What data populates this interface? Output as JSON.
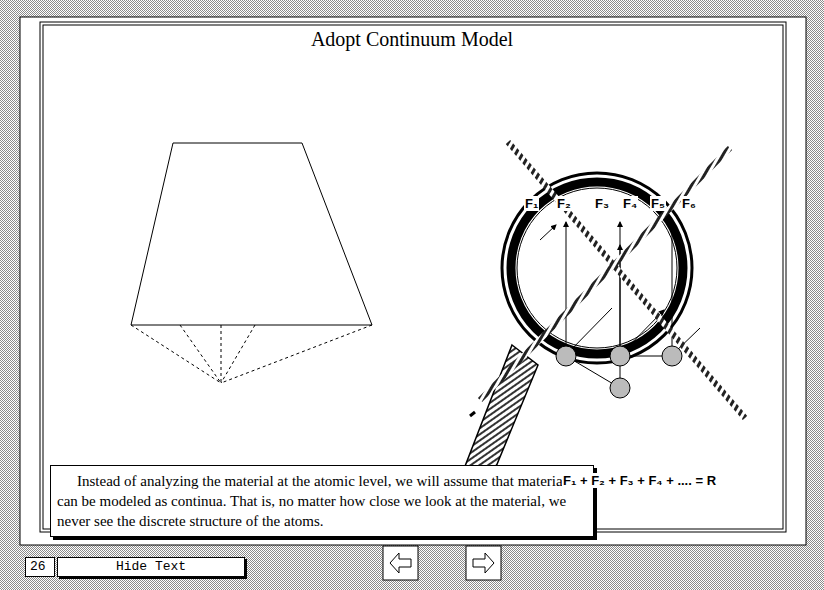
{
  "diagram": {
    "title": "Adopt Continuum Model",
    "nodes": [
      {
        "text": [
          "Instead of analyzing the material at the atomic level, we will assume that materials can be modeled as continua.  That is, no matter how close we look at the material, we never see the discrete structure of the atoms."
        ]
      },
      {
        "text": [
          "26"
        ]
      },
      {
        "text": [
          "Hide Text"
        ]
      }
    ],
    "labels": [
      "F₁",
      "F₂",
      "F₃",
      "F₄",
      "F₅",
      "F₆",
      "F₁ + F₂ + F₃ + F₄ + .... = R"
    ]
  }
}
